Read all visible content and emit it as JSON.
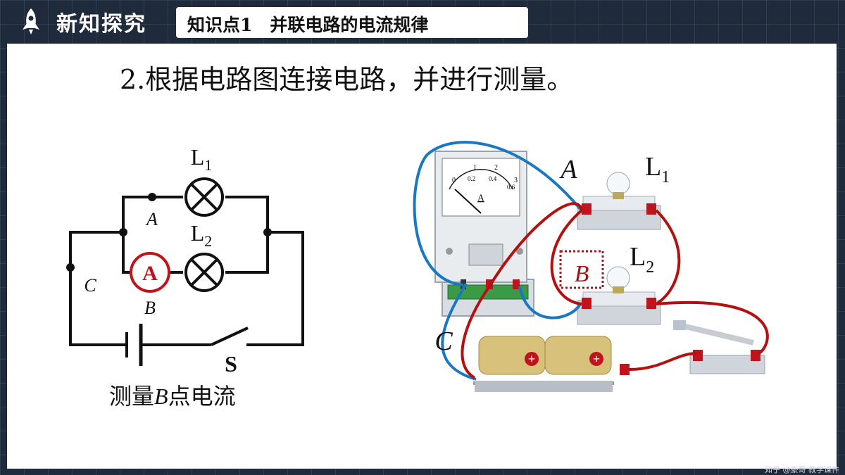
{
  "header": {
    "section_title": "新知探究",
    "topic": "知识点1　并联电路的电流规律"
  },
  "instruction": "2.根据电路图连接电路，并进行测量。",
  "diagram": {
    "lamp1_label": "L",
    "lamp1_sub": "1",
    "lamp2_label": "L",
    "lamp2_sub": "2",
    "point_a": "A",
    "point_b": "B",
    "point_c": "C",
    "ammeter_symbol": "A",
    "switch_label": "S",
    "caption_pre": "测量",
    "caption_em": "B",
    "caption_post": "点电流"
  },
  "physical": {
    "point_a": "A",
    "point_b": "B",
    "point_c": "C",
    "lamp1_label": "L",
    "lamp1_sub": "1",
    "lamp2_label": "L",
    "lamp2_sub": "2",
    "meter_unit": "A",
    "scale_top": [
      "0",
      "1",
      "2",
      "3"
    ],
    "scale_bottom": [
      "0.2",
      "0.4",
      "0.6"
    ]
  },
  "watermark": "知乎 @豪哥 教学课件",
  "colors": {
    "background": "#1f2b3b",
    "red_wire": "#b31010",
    "blue_wire": "#1a78c2",
    "ammeter_red": "#c0141c"
  }
}
